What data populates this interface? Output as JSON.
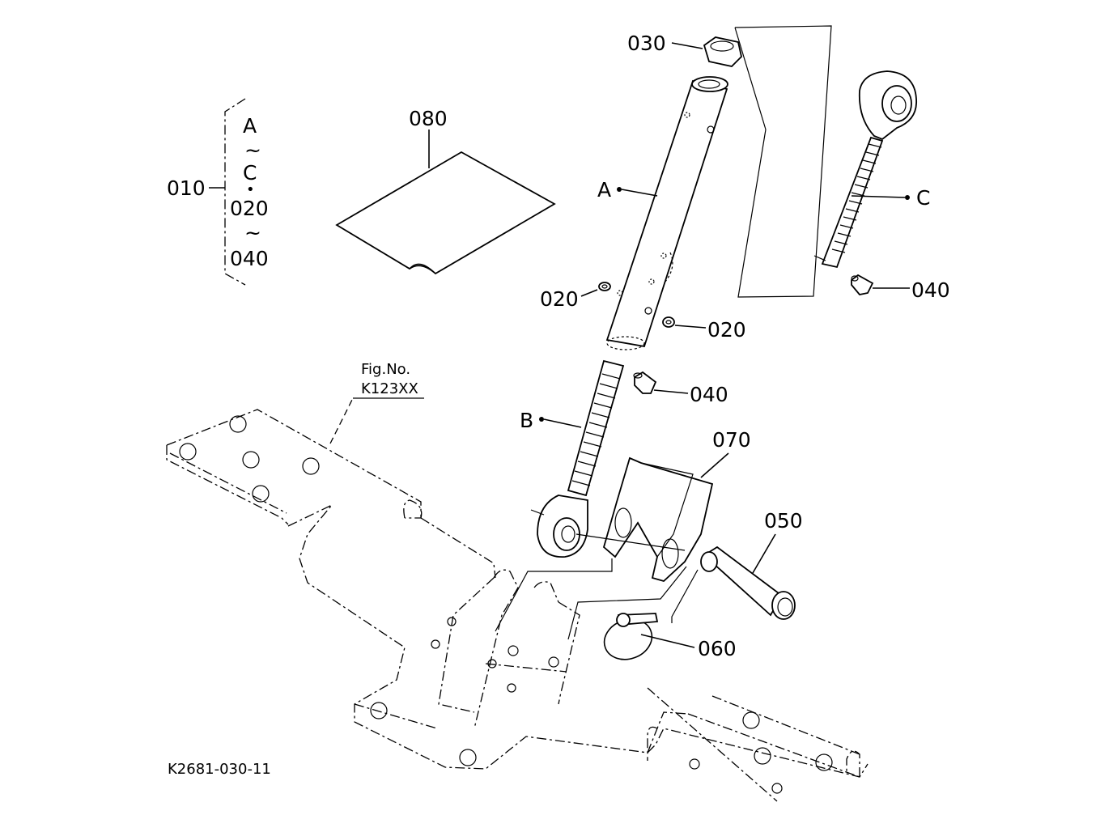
{
  "labels": {
    "l010": "010",
    "range_a": "A",
    "tilde1": "~",
    "range_c": "C",
    "dot": "•",
    "range_020": "020",
    "tilde2": "~",
    "range_040": "040",
    "l080": "080",
    "l030": "030",
    "lA": "A",
    "lC": "C",
    "l020_left": "020",
    "l020_right": "020",
    "l040_top": "040",
    "l040_mid": "040",
    "lB": "B",
    "l070": "070",
    "l050": "050",
    "l060": "060",
    "fig_no": "Fig.No.",
    "fig_ref": "K123XX",
    "drawing_id": "K2681-030-11"
  }
}
